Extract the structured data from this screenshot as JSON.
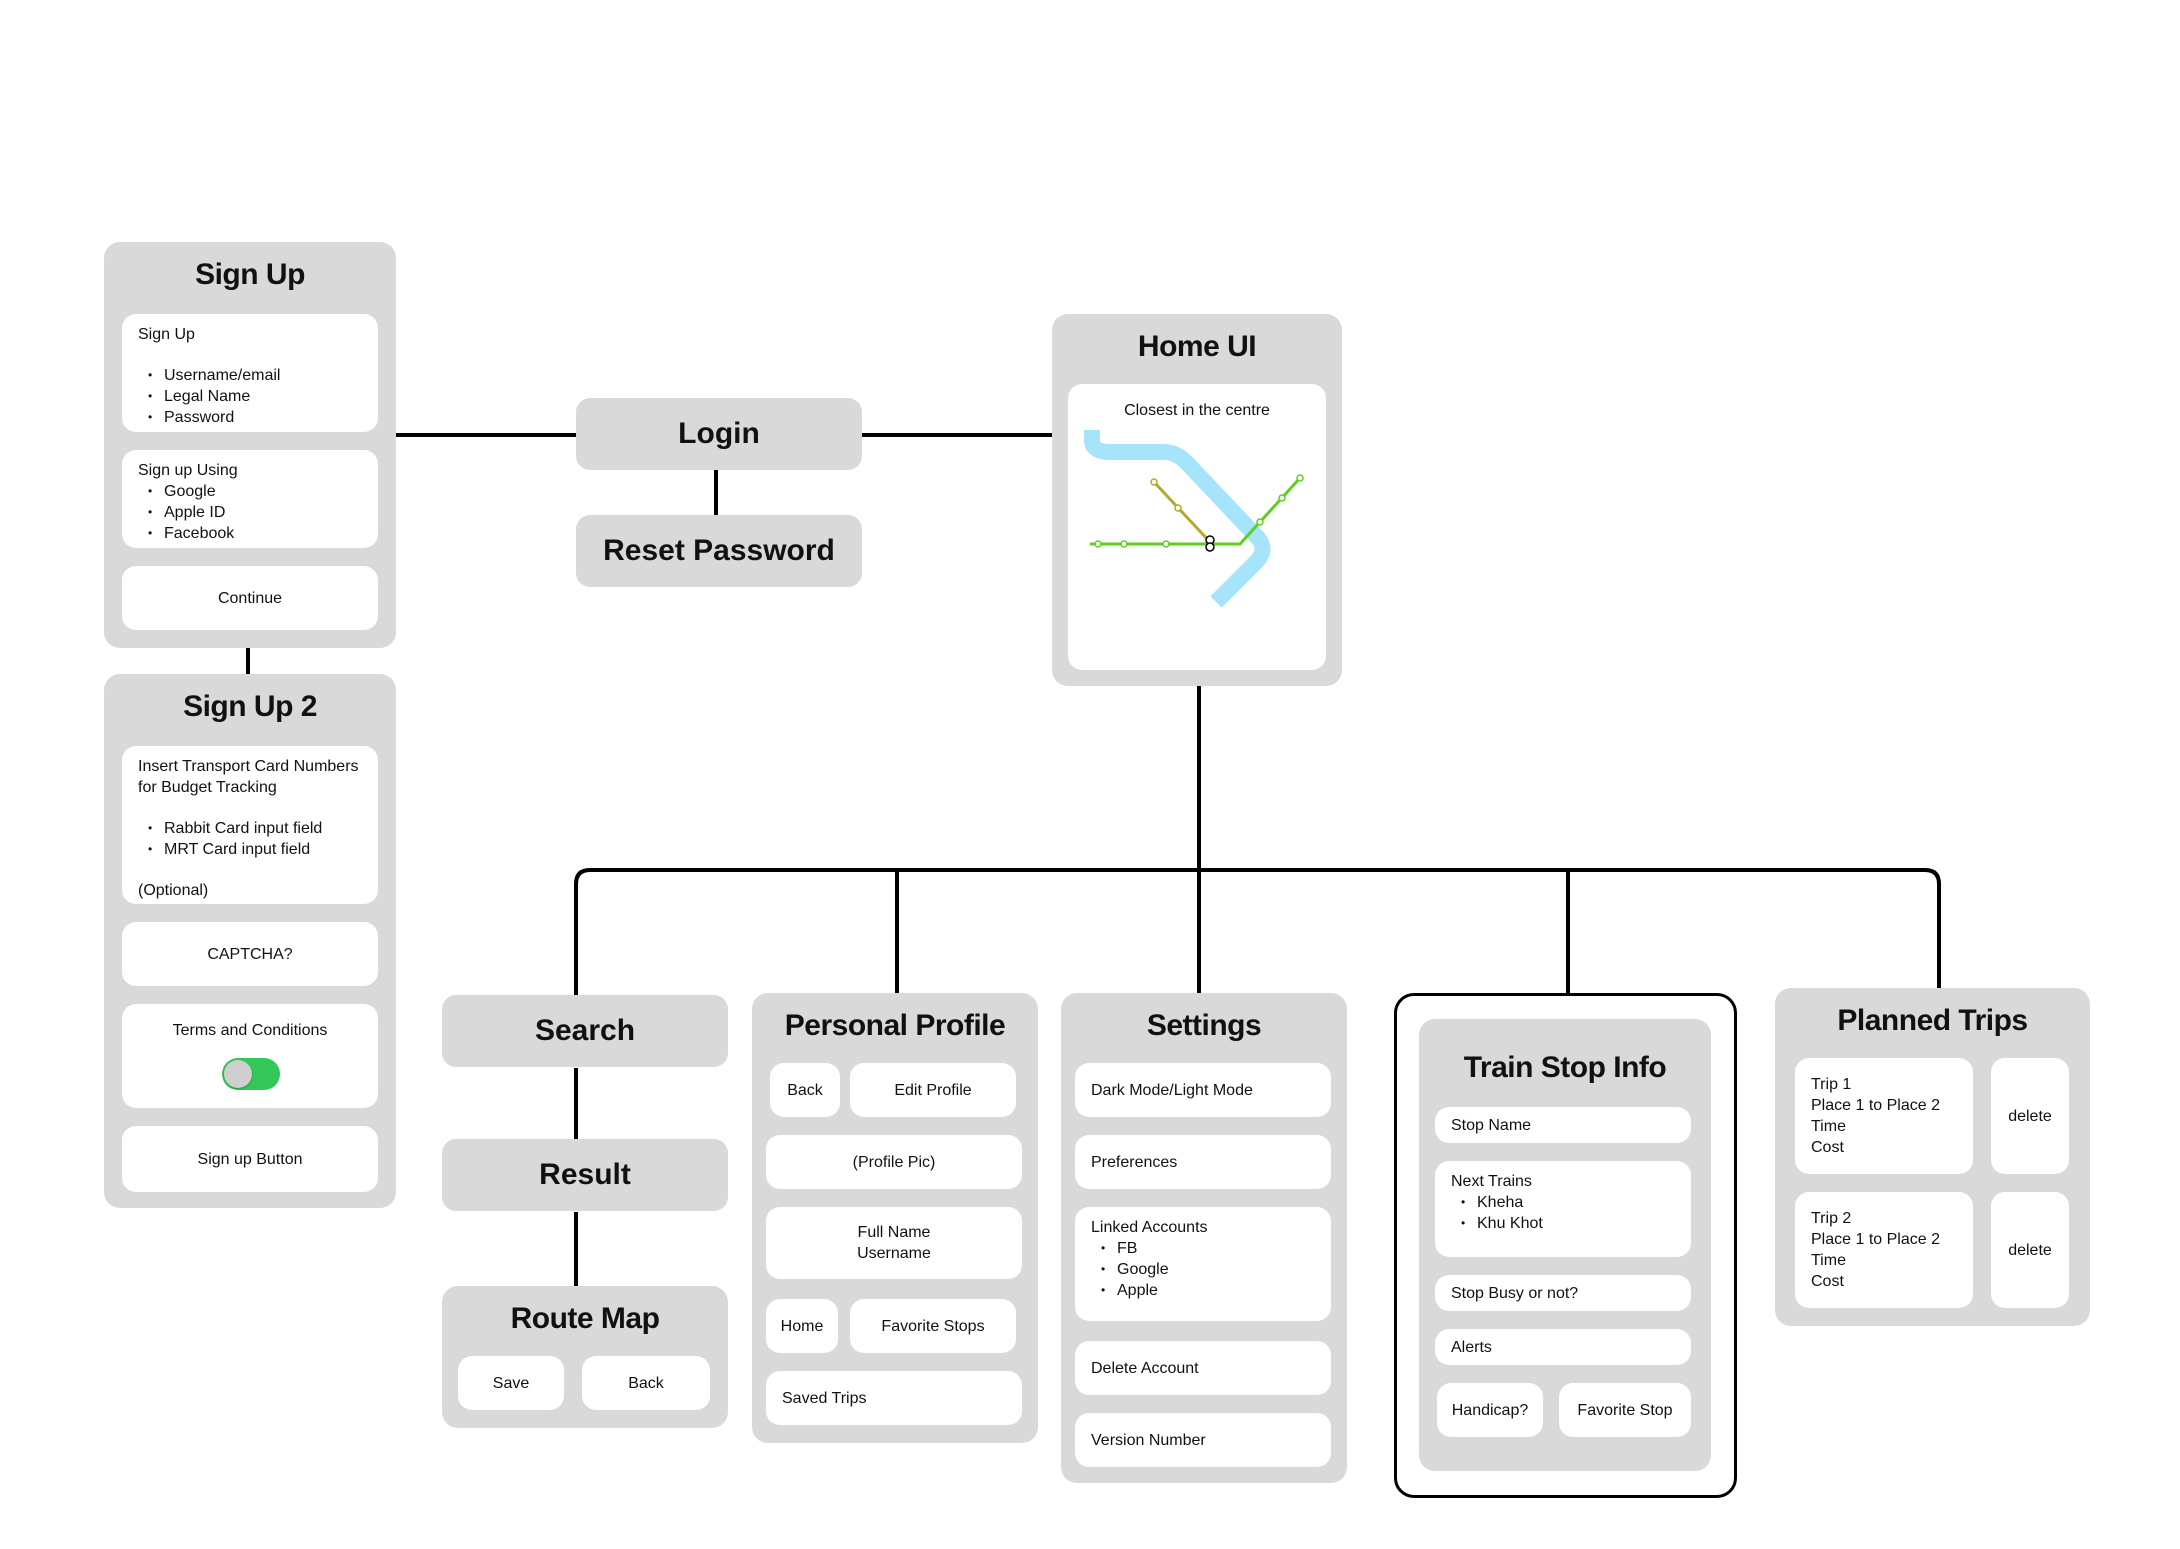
{
  "signup": {
    "title": "Sign Up",
    "card1_heading": "Sign Up",
    "card1_items": [
      "Username/email",
      "Legal Name",
      "Password"
    ],
    "card2_heading": "Sign up Using",
    "card2_items": [
      "Google",
      "Apple ID",
      "Facebook"
    ],
    "continue": "Continue"
  },
  "signup2": {
    "title": "Sign Up 2",
    "card1_heading": "Insert Transport Card Numbers for Budget Tracking",
    "card1_items": [
      "Rabbit Card input field",
      "MRT Card input field"
    ],
    "card1_note": "(Optional)",
    "captcha": "CAPTCHA?",
    "terms": "Terms and Conditions",
    "toggle_on": true,
    "signup_button": "Sign up Button"
  },
  "login": {
    "title": "Login"
  },
  "reset_password": {
    "title": "Reset Password"
  },
  "home": {
    "title": "Home UI",
    "map_caption": "Closest in the centre"
  },
  "search": {
    "title": "Search"
  },
  "result": {
    "title": "Result"
  },
  "route_map": {
    "title": "Route Map",
    "save": "Save",
    "back": "Back"
  },
  "profile": {
    "title": "Personal Profile",
    "back": "Back",
    "edit": "Edit Profile",
    "pic": "(Profile Pic)",
    "full_name": "Full Name",
    "username": "Username",
    "home": "Home",
    "favorite_stops": "Favorite Stops",
    "saved_trips": "Saved Trips"
  },
  "settings": {
    "title": "Settings",
    "dark_mode": "Dark Mode/Light Mode",
    "preferences": "Preferences",
    "linked_heading": "Linked Accounts",
    "linked_items": [
      "FB",
      "Google",
      "Apple"
    ],
    "delete_account": "Delete Account",
    "version": "Version Number"
  },
  "train_stop": {
    "title": "Train Stop Info",
    "stop_name": "Stop Name",
    "next_heading": "Next Trains",
    "next_items": [
      "Kheha",
      "Khu Khot"
    ],
    "busy": "Stop Busy or not?",
    "alerts": "Alerts",
    "handicap": "Handicap?",
    "favorite": "Favorite Stop"
  },
  "planned": {
    "title": "Planned Trips",
    "trips": [
      {
        "lines": [
          "Trip 1",
          "Place 1 to Place 2",
          "Time",
          "Cost"
        ],
        "delete": "delete"
      },
      {
        "lines": [
          "Trip 2",
          "Place 1 to Place 2",
          "Time",
          "Cost"
        ],
        "delete": "delete"
      }
    ]
  },
  "colors": {
    "panel": "#d9d9d9",
    "card": "#ffffff",
    "line": "#000000",
    "toggle": "#34c759",
    "map_blue": "#a6e4fb",
    "map_green": "#5fcf1f",
    "map_olive": "#b6a82a"
  }
}
